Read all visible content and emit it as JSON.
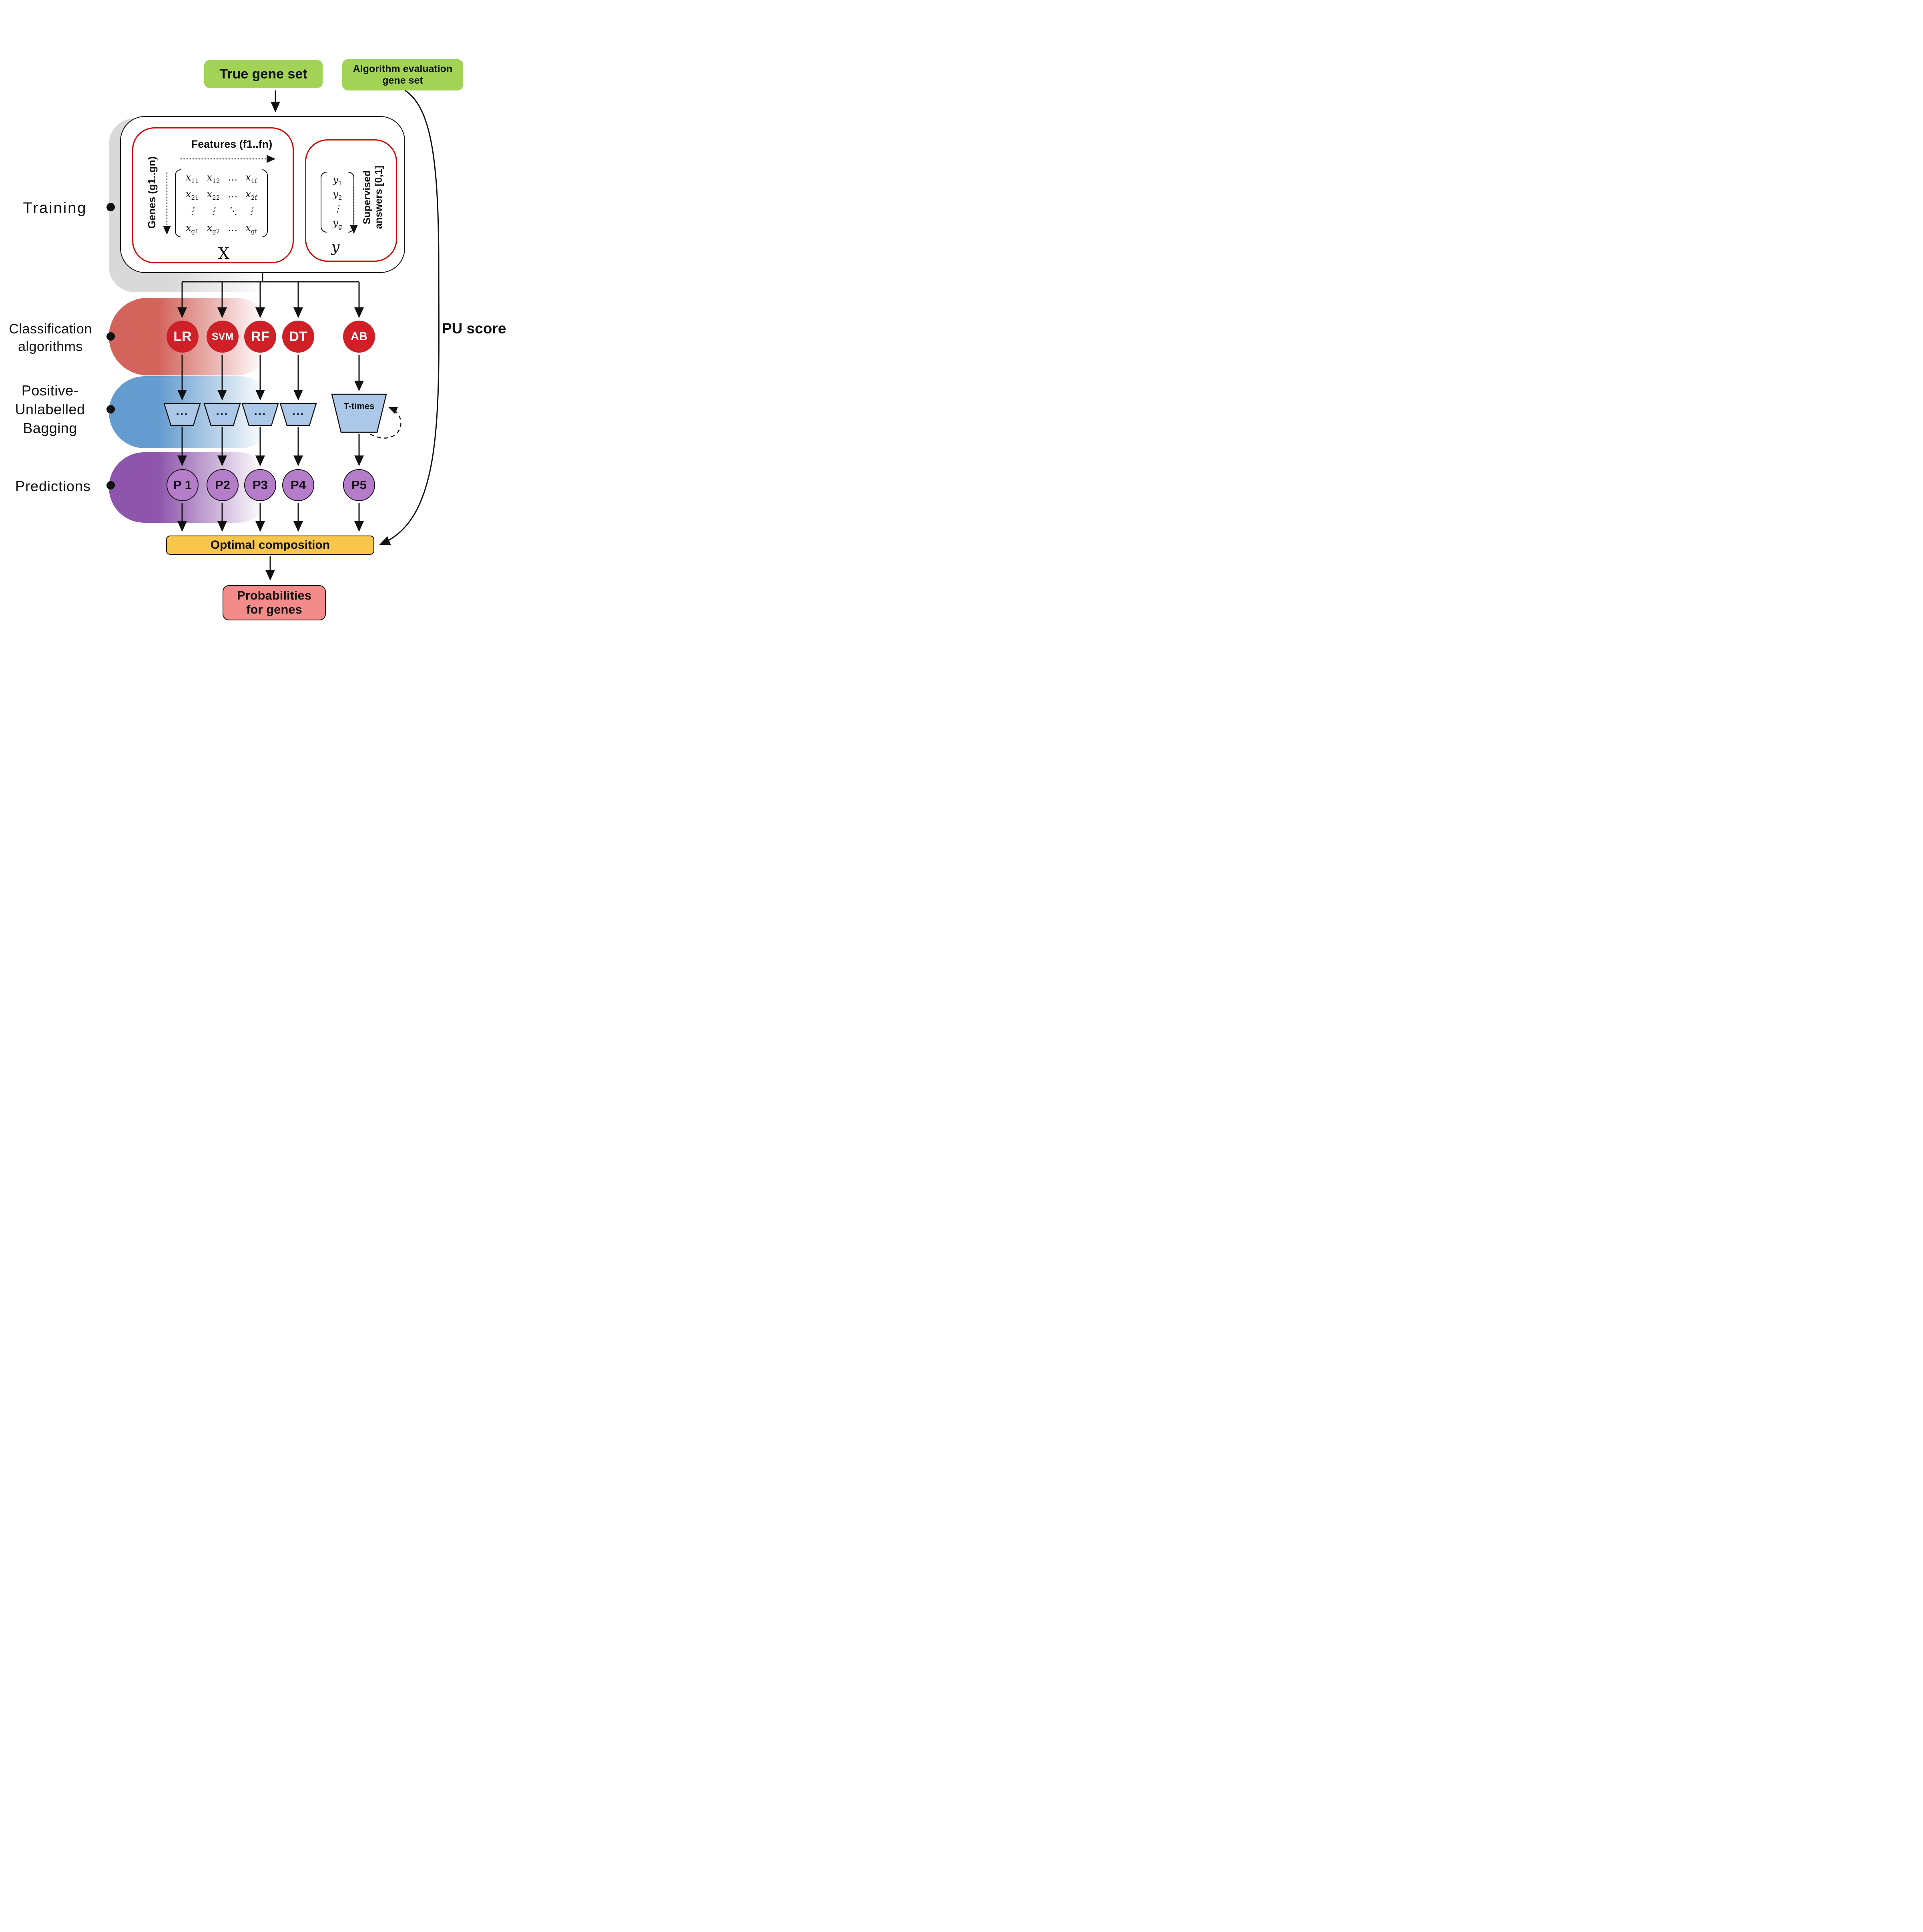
{
  "header": {
    "true_gene_set": "True gene set",
    "algorithm_evaluation": {
      "line1": "Algorithm evaluation",
      "line2": "gene set"
    }
  },
  "training": {
    "side_label": "Training",
    "features_header": "Features (f1..fn)",
    "genes_label": "Genes (g1..gn)",
    "x_label": "X",
    "matrix_rows": [
      [
        {
          "b": "x",
          "s": "11"
        },
        {
          "b": "x",
          "s": "12"
        },
        {
          "b": "…",
          "s": ""
        },
        {
          "b": "x",
          "s": "1f"
        }
      ],
      [
        {
          "b": "x",
          "s": "21"
        },
        {
          "b": "x",
          "s": "22"
        },
        {
          "b": "…",
          "s": ""
        },
        {
          "b": "x",
          "s": "2f"
        }
      ],
      [
        {
          "b": "⋮",
          "s": ""
        },
        {
          "b": "⋮",
          "s": ""
        },
        {
          "b": "⋱",
          "s": ""
        },
        {
          "b": "⋮",
          "s": ""
        }
      ],
      [
        {
          "b": "x",
          "s": "g1"
        },
        {
          "b": "x",
          "s": "g2"
        },
        {
          "b": "…",
          "s": ""
        },
        {
          "b": "x",
          "s": "gf"
        }
      ]
    ],
    "y_rows": [
      {
        "b": "y",
        "s": "1"
      },
      {
        "b": "y",
        "s": "2"
      },
      {
        "b": "⋮",
        "s": ""
      },
      {
        "b": "y",
        "s": "g"
      }
    ],
    "y_label": "y",
    "supervised": {
      "line1": "Supervised",
      "line2": "answers [0,1]"
    }
  },
  "classification": {
    "side_label": {
      "line1": "Classification",
      "line2": "algorithms"
    },
    "algorithms": [
      "LR",
      "SVM",
      "RF",
      "DT",
      "AB"
    ]
  },
  "bagging": {
    "side_label": {
      "line1": "Positive-",
      "line2": "Unlabelled",
      "line3": "Bagging"
    },
    "dots": "...",
    "t_times": "T-times"
  },
  "predictions": {
    "side_label": "Predictions",
    "items": [
      "P 1",
      "P2",
      "P3",
      "P4",
      "P5"
    ]
  },
  "pu_score": "PU score",
  "optimal_composition": "Optimal composition",
  "probabilities": {
    "line1": "Probabilities",
    "line2": "for genes"
  },
  "colors": {
    "green": "#a2d356",
    "red_circle": "#cf2027",
    "red_outline": "#d40000",
    "blue_trapezoid": "#abc8e8",
    "purple_circle": "#b47cc9",
    "yellow": "#f8c64b",
    "pink": "#f48b8b",
    "blob_gray": "#d9d9d9",
    "blob_red": "#d2645c",
    "blob_blue": "#649ccf",
    "blob_purple": "#8d55ab"
  }
}
